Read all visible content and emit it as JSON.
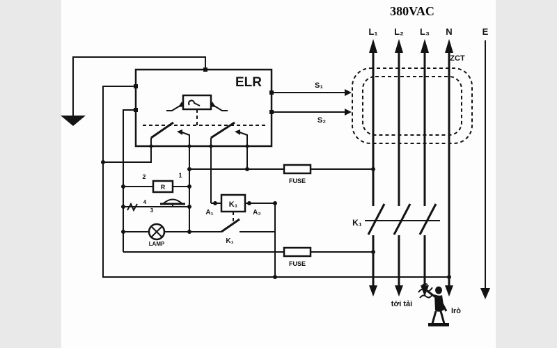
{
  "title": "380VAC",
  "colors": {
    "ink": "#131313",
    "paper": "#fdfdfd",
    "margin": "#e9e9e9"
  },
  "supply_lines": {
    "l1": "L₁",
    "l2": "L₂",
    "l3": "L₃",
    "n": "N",
    "e": "E"
  },
  "zct": {
    "label": "ZCT",
    "s1": "S₁",
    "s2": "S₂"
  },
  "elr": {
    "label": "ELR"
  },
  "fuses": {
    "fuse1": "FUSE",
    "fuse2": "FUSE"
  },
  "test_circuit": {
    "resistor": "R",
    "terminal_left": "2",
    "terminal_right": "1",
    "button_top": "4",
    "button_bottom": "3",
    "lamp": "LAMP"
  },
  "contactor": {
    "coil": "K₁",
    "a1": "A₁",
    "a2": "A₂",
    "aux_contact": "K₁",
    "main_contact": "K₁"
  },
  "load": {
    "to_load": "tới tải",
    "leakage_current": "Irò"
  }
}
